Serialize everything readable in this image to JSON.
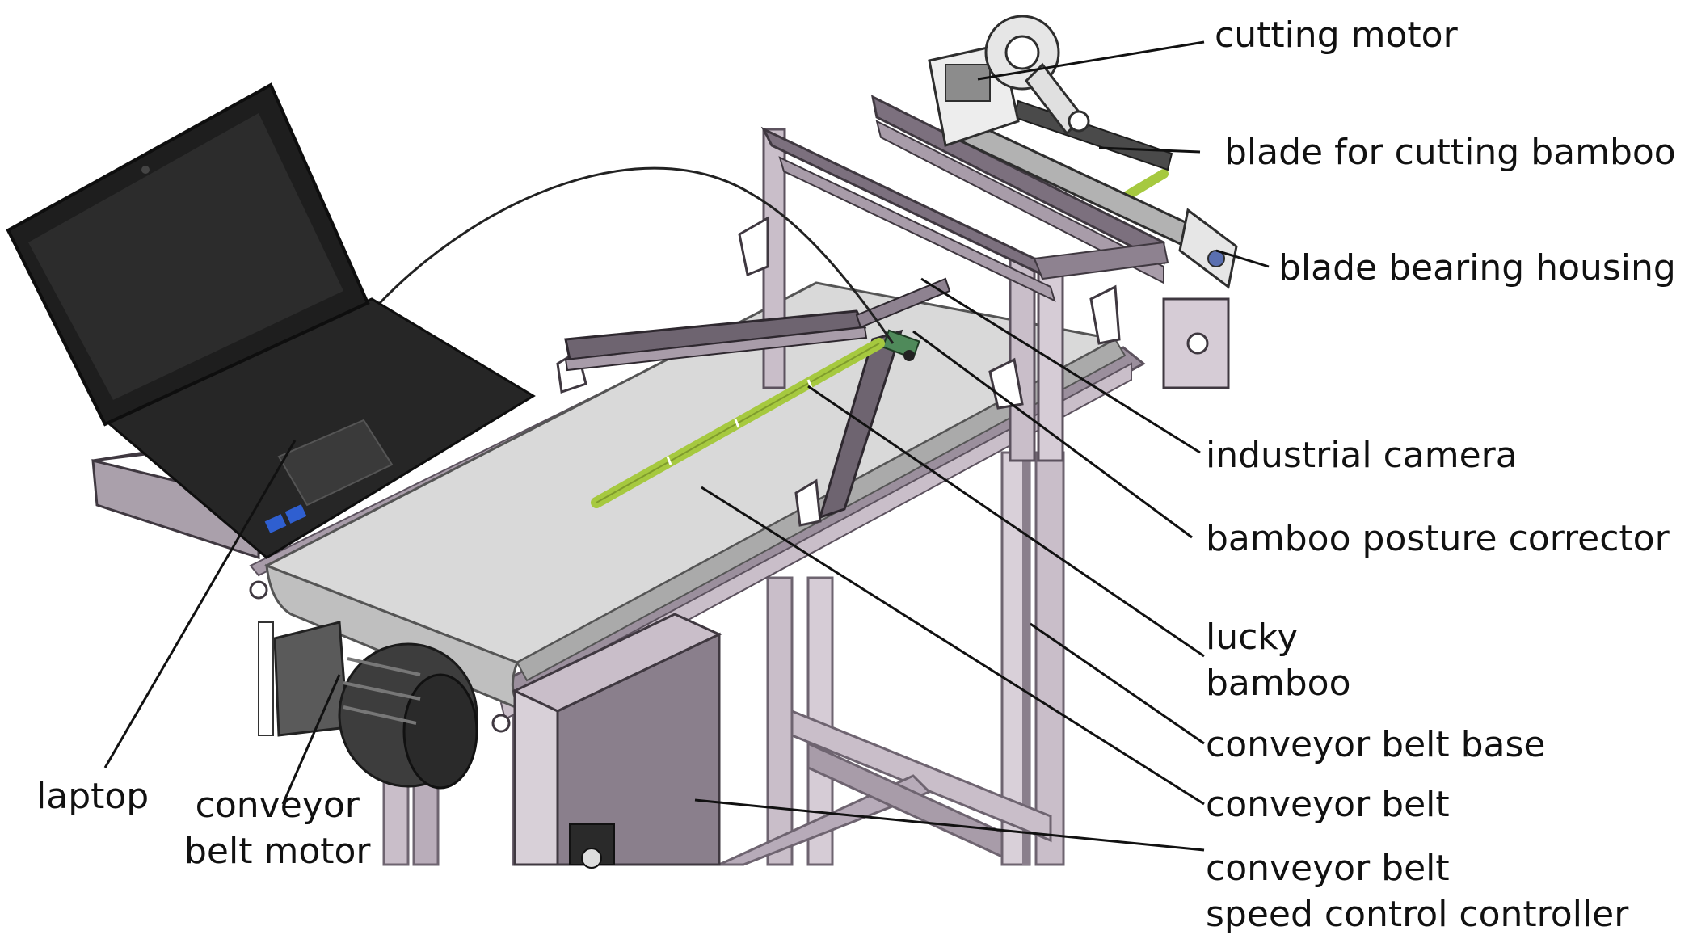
{
  "colors": {
    "frame": "#c9bec9",
    "frame_dark": "#6e6470",
    "belt": "#d8d8d8",
    "laptop": "#1e1e1e",
    "bamboo": "#a6c93f",
    "leader": "#111111"
  },
  "labels": {
    "cutting_motor": "cutting motor",
    "blade": "blade for cutting bamboo",
    "blade_bearing_housing": "blade bearing housing",
    "industrial_camera": "industrial camera",
    "posture_corrector": "bamboo posture corrector",
    "lucky_bamboo_1": "lucky",
    "lucky_bamboo_2": "bamboo",
    "conveyor_belt_base": "conveyor belt base",
    "conveyor_belt": "conveyor belt",
    "speed_controller_1": "conveyor belt",
    "speed_controller_2": "speed control controller",
    "laptop": "laptop",
    "belt_motor_1": "conveyor",
    "belt_motor_2": "belt motor"
  }
}
